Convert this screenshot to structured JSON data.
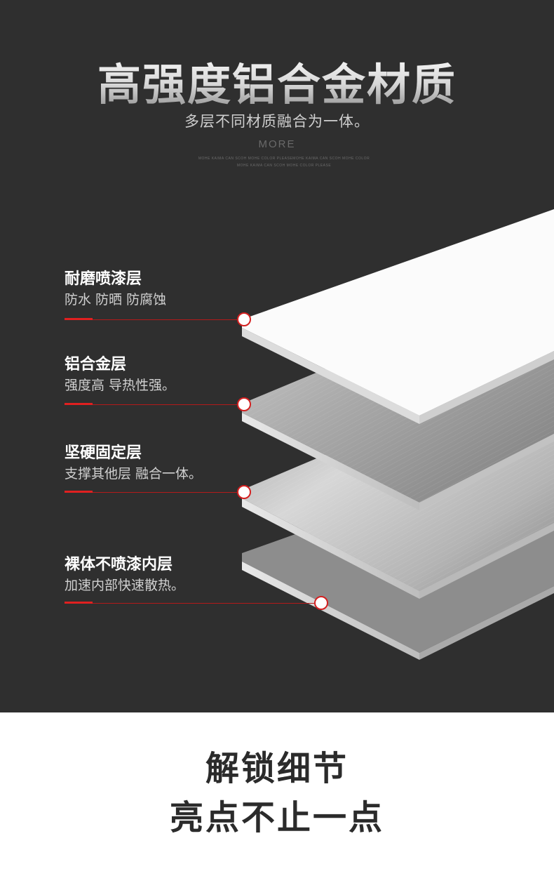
{
  "header": {
    "title": "高强度铝合金材质",
    "subtitle": "多层不同材质融合为一体。",
    "more": "MORE",
    "tiny_line_1": "MOHE KAIMA CAN SCOH MOHE COLOR PLEASEMOHE KAIMA CAN SCOH MOHE COLOR",
    "tiny_line_2": "MOHE KAIMA CAN SCOH MOHE COLOR PLEASE"
  },
  "layers": [
    {
      "title": "耐磨喷漆层",
      "desc": "防水 防晒 防腐蚀"
    },
    {
      "title": "铝合金层",
      "desc": "强度高 导热性强。"
    },
    {
      "title": "坚硬固定层",
      "desc": "支撑其他层 融合一体。"
    },
    {
      "title": "裸体不喷漆内层",
      "desc": "加速内部快速散热。"
    }
  ],
  "footer": {
    "line_1": "解锁细节",
    "line_2": "亮点不止一点"
  },
  "colors": {
    "background_dark": "#2f2f2f",
    "accent_red": "#e02020",
    "footer_text": "#2b2b2b"
  }
}
